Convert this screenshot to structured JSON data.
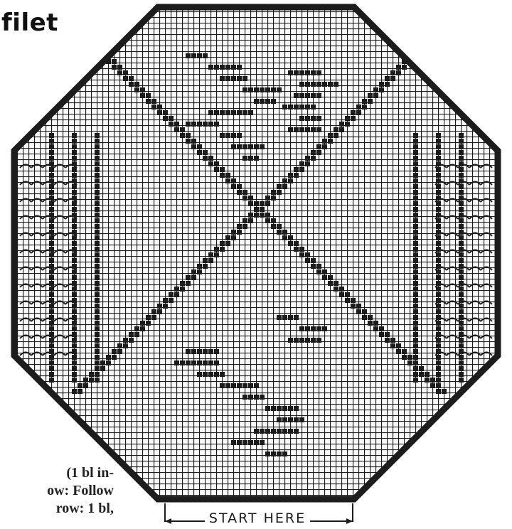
{
  "page": {
    "heading": "filet",
    "body_lines": [
      "(1 bl in-",
      "ow: Follow",
      "row: 1 bl,"
    ]
  },
  "diagram": {
    "start_label": "START HERE",
    "colors": {
      "ink": "#1c1c1c",
      "paper": "#ffffff"
    },
    "icons": [
      "octagon-filet-chart",
      "arrow-left-icon",
      "arrow-right-icon"
    ]
  }
}
